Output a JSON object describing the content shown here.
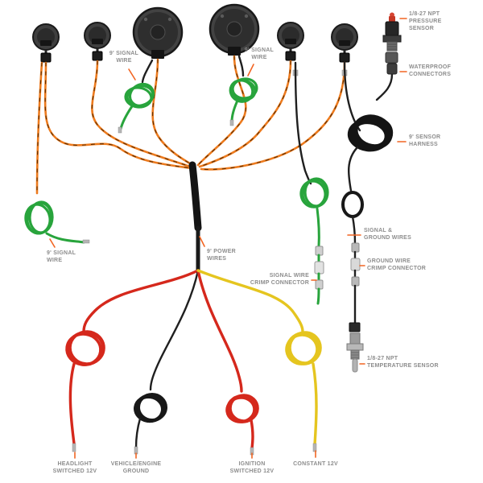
{
  "labels": {
    "signal_wire_top_left": "9' SIGNAL\nWIRE",
    "signal_wire_top_right": "9' SIGNAL\nWIRE",
    "pressure_sensor": "1/8-27 NPT\nPRESSURE\nSENSOR",
    "waterproof_connectors": "WATERPROOF\nCONNECTORS",
    "sensor_harness": "9' SENSOR\nHARNESS",
    "signal_ground_wires": "SIGNAL &\nGROUND WIRES",
    "ground_crimp": "GROUND WIRE\nCRIMP CONNECTOR",
    "signal_crimp": "SIGNAL WIRE\nCRIMP CONNECTOR",
    "signal_wire_left": "9' SIGNAL\nWIRE",
    "power_wires": "9' POWER\nWIRES",
    "temperature_sensor": "1/8-27 NPT\nTEMPERATURE SENSOR",
    "headlight": "HEADLIGHT\nSWITCHED 12V",
    "vehicle_ground": "VEHICLE/ENGINE\nGROUND",
    "ignition": "IGNITION\nSWITCHED 12V",
    "constant": "CONSTANT 12V"
  },
  "colors": {
    "wire_orange": "#ed7b1e",
    "wire_stripe": "#5a2d00",
    "wire_black": "#1f1f1f",
    "wire_green": "#28a43c",
    "wire_red": "#d5281c",
    "wire_yellow": "#e5c51f",
    "label_text": "#8d8d8d",
    "leader_orange": "#f26522"
  }
}
